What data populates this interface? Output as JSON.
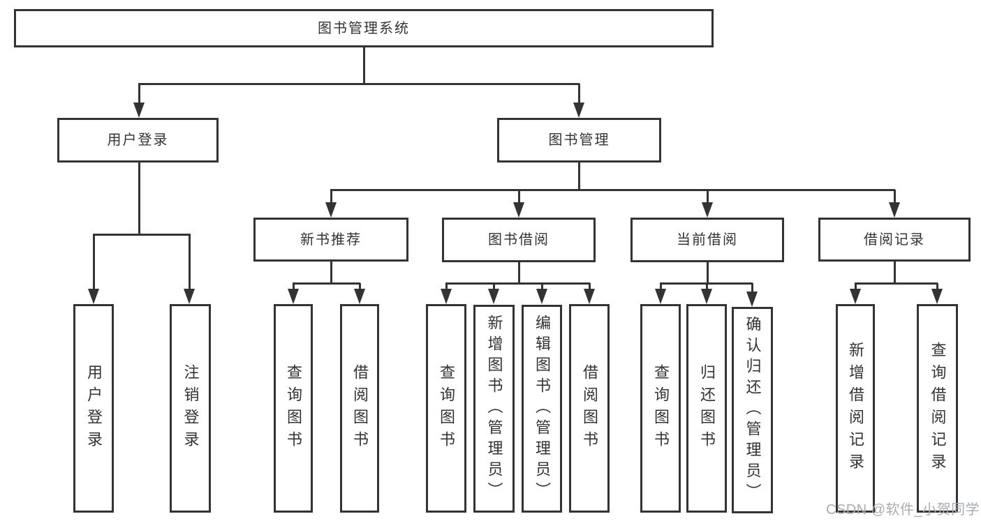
{
  "diagram": {
    "title": "图书管理系统",
    "nodes": {
      "system": "图书管理系统",
      "user_login": "用户登录",
      "book_mgmt": "图书管理",
      "new_book_rec": "新书推荐",
      "book_borrow": "图书借阅",
      "current_borrow": "当前借阅",
      "borrow_records": "借阅记录"
    },
    "leaves": {
      "login": "用户登录",
      "logout": "注销登录",
      "rec_query": "查询图书",
      "rec_borrow": "借阅图书",
      "bor_query": "查询图书",
      "bor_add": "新增图书（管理员）",
      "bor_edit": "编辑图书（管理员）",
      "bor_borrow": "借阅图书",
      "cur_query": "查询图书",
      "cur_return": "归还图书",
      "cur_confirm": "确认归还（管理员）",
      "brec_add": "新增借阅记录",
      "brec_query": "查询借阅记录"
    },
    "colors": {
      "line": "#333333",
      "text": "#333333",
      "background": "#ffffff",
      "watermark_color": "#a8adb2"
    }
  },
  "watermark": "CSDN @软件_小贺同学"
}
